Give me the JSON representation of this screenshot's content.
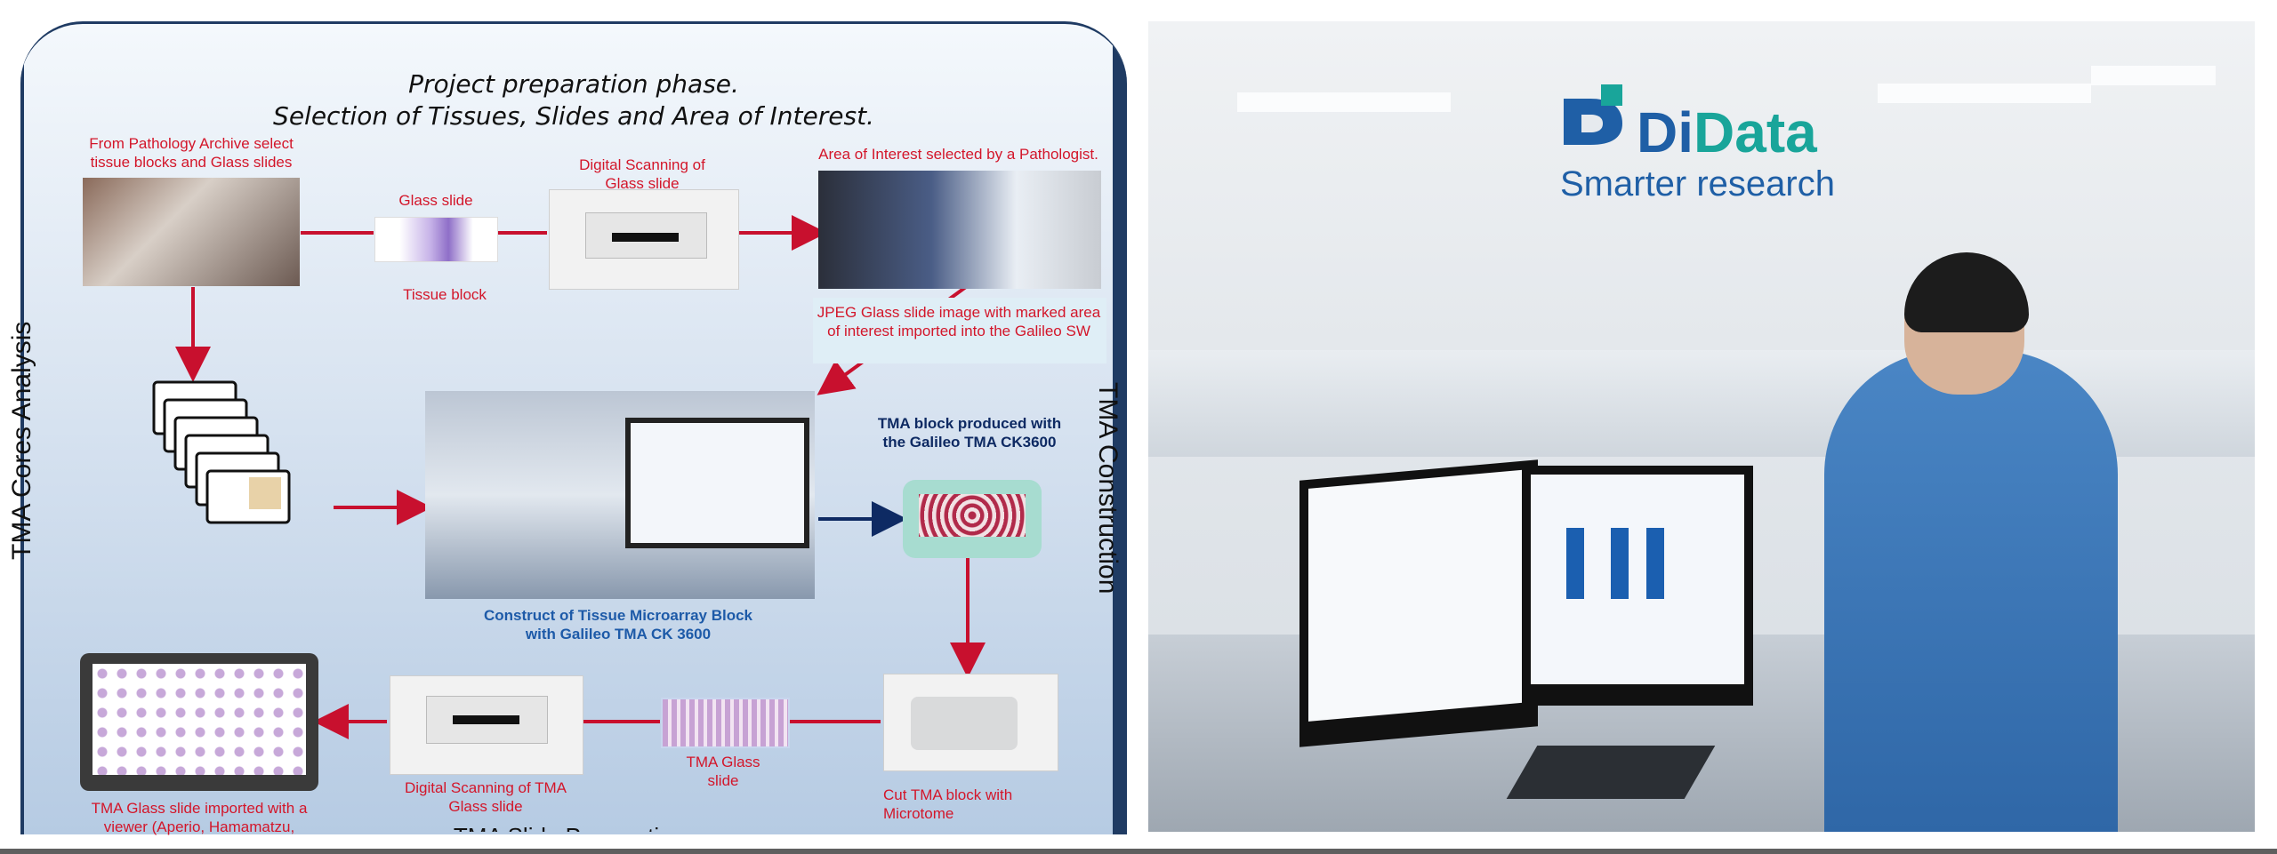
{
  "left": {
    "title_line1": "Project preparation phase.",
    "title_line2": "Selection of Tissues, Slides and Area of Interest.",
    "side_left": "TMA Cores Analysis",
    "side_right": "TMA Construction",
    "labels": {
      "pathology_archive": "From Pathology Archive select tissue blocks and Glass slides",
      "glass_slide": "Glass slide",
      "tissue_block": "Tissue block",
      "digital_scanning": "Digital Scanning of Glass slide",
      "area_interest": "Area of  Interest selected by a Pathologist.",
      "jpeg_import": "JPEG Glass slide image with marked area of interest imported into the Galileo SW",
      "tma_produced": "TMA block produced with the Galileo TMA CK3600",
      "construct": "Construct  of Tissue Microarray Block with Galileo TMA CK 3600",
      "tma_imported": "TMA Glass slide imported with a viewer  (Aperio, Hamamatzu,",
      "digital_scanning_tma": "Digital Scanning of TMA Glass slide",
      "tma_glass_slide": "TMA Glass slide",
      "cut_tma": "Cut TMA block with Microtome",
      "bottom_cut": "TMA Slide Preparation"
    },
    "colors": {
      "accent_red": "#d3162a",
      "accent_blue": "#1d5aa8",
      "navy": "#0e2a63"
    }
  },
  "right": {
    "logo_di": "Di",
    "logo_data": "Data",
    "tagline": "Smarter research",
    "colors": {
      "brand_blue": "#1f5fa6",
      "brand_teal": "#19a59a"
    }
  }
}
